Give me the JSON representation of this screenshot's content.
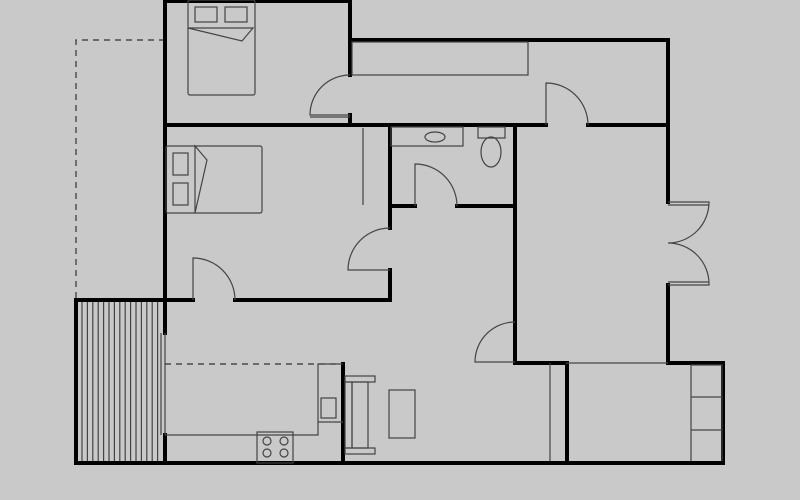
{
  "colors": {
    "background": "#c9c9c9",
    "walls": "#000000",
    "fixtures": "#444444"
  },
  "rooms": [
    "bedroom",
    "bedroom",
    "hallway",
    "bathroom",
    "living-room",
    "room",
    "kitchen",
    "deck",
    "storage"
  ]
}
